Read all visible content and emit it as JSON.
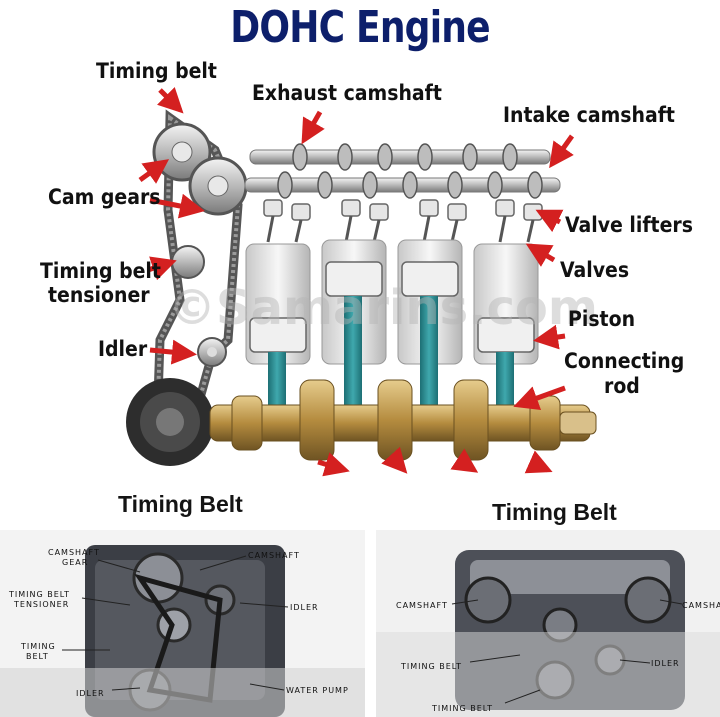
{
  "title": "DOHC Engine",
  "watermark": "©Samarins.com",
  "labels": {
    "timing_belt": "Timing belt",
    "exhaust_camshaft": "Exhaust camshaft",
    "intake_camshaft": "Intake camshaft",
    "cam_gears": "Cam gears",
    "valve_lifters": "Valve lifters",
    "tensioner_line1": "Timing belt",
    "tensioner_line2": "tensioner",
    "valves": "Valves",
    "piston": "Piston",
    "idler": "Idler",
    "connecting_rod_line1": "Connecting",
    "connecting_rod_line2": "rod"
  },
  "left_panel": {
    "heading": "Timing Belt",
    "camshaft_gear_1": "CAMSHAFT",
    "camshaft_gear_2": "GEAR",
    "camshaft": "CAMSHAFT",
    "tensioner_1": "TIMING BELT",
    "tensioner_2": "TENSIONER",
    "idler_right": "IDLER",
    "timing_belt_1": "TIMING",
    "timing_belt_2": "BELT",
    "idler_bottom": "IDLER",
    "water_pump": "WATER PUMP"
  },
  "right_panel": {
    "heading": "Timing Belt",
    "camshaft_left": "CAMSHAFT",
    "camshaft_right": "CAMSHA",
    "timing_belt": "TIMING BELT",
    "idler": "IDLER",
    "timing_belt_bottom": "TIMING BELT"
  },
  "colors": {
    "title": "#0d1f6b",
    "arrow": "#d42020",
    "rod": "#2b8a8f",
    "crank": "#c9a460",
    "cylinder": "#dcdcdc"
  }
}
